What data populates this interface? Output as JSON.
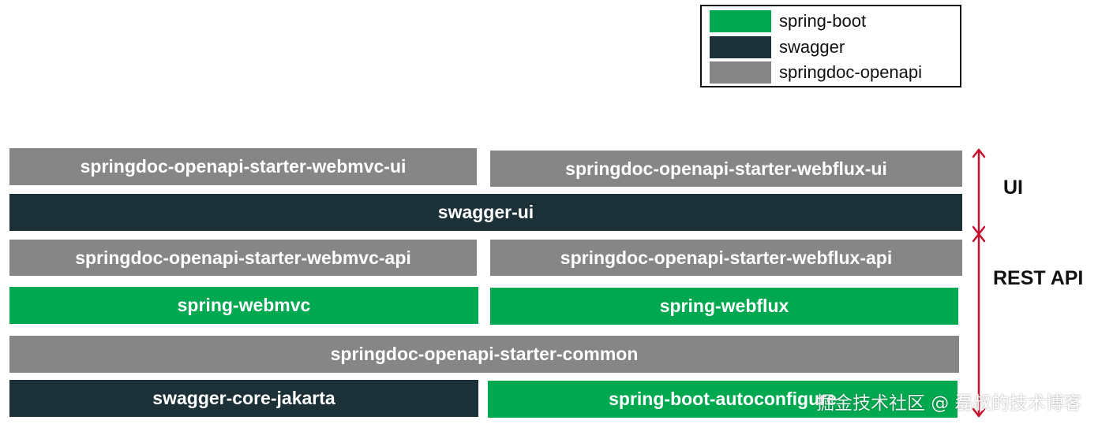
{
  "legend": {
    "items": [
      {
        "label": "spring-boot",
        "color": "#00a84f"
      },
      {
        "label": "swagger",
        "color": "#1c3038"
      },
      {
        "label": "springdoc-openapi",
        "color": "#868686"
      }
    ]
  },
  "blocks": {
    "webmvc_ui": "springdoc-openapi-starter-webmvc-ui",
    "webflux_ui": "springdoc-openapi-starter-webflux-ui",
    "swagger_ui": "swagger-ui",
    "webmvc_api": "springdoc-openapi-starter-webmvc-api",
    "webflux_api": "springdoc-openapi-starter-webflux-api",
    "spring_webmvc": "spring-webmvc",
    "spring_webflux": "spring-webflux",
    "common": "springdoc-openapi-starter-common",
    "swagger_core": "swagger-core-jakarta",
    "autoconfigure": "spring-boot-autoconfigure"
  },
  "layers": {
    "ui_label": "UI",
    "rest_label": "REST API"
  },
  "watermark": "掘金技术社区 @ 磊叔的技术博客"
}
